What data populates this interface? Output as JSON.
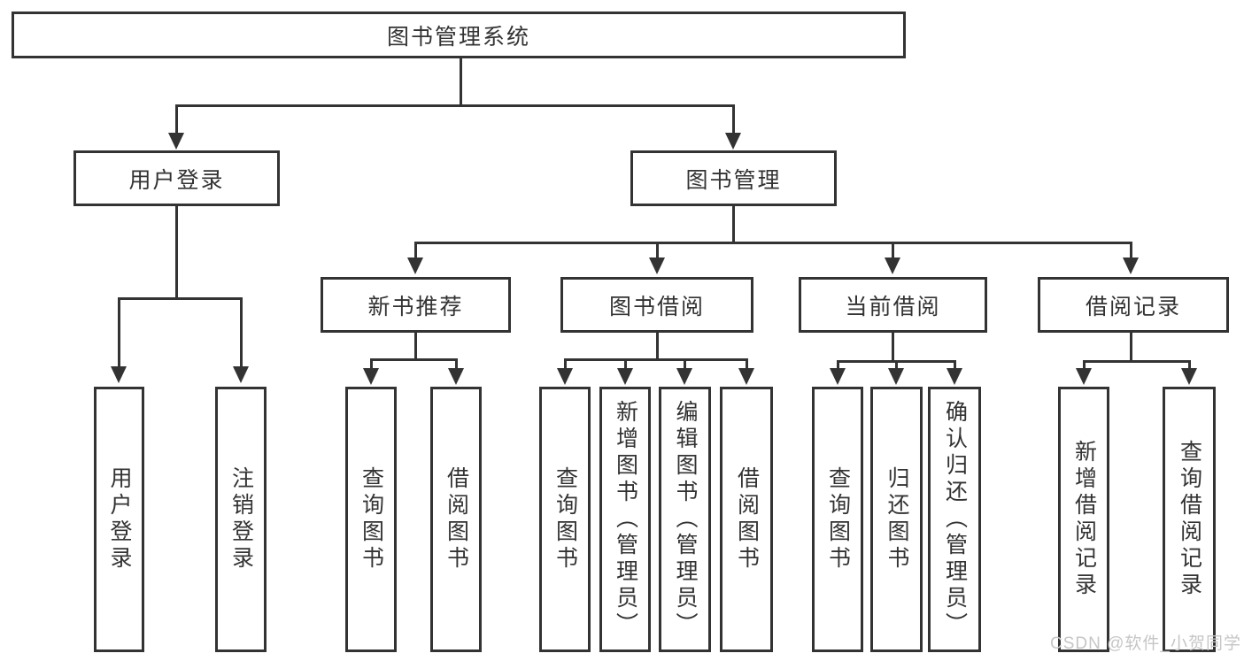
{
  "diagram": {
    "title": "图书管理系统",
    "watermark": "CSDN @软件_小贺同学",
    "colors": {
      "line": "#333333",
      "text": "#333333",
      "background": "#ffffff",
      "watermark": "#c6c6c6"
    },
    "nodes": {
      "root": {
        "label": "图书管理系统",
        "children": [
          "user_login",
          "book_mgmt"
        ]
      },
      "user_login": {
        "label": "用户登录",
        "children": [
          "leaf_user_login",
          "leaf_logout"
        ]
      },
      "book_mgmt": {
        "label": "图书管理",
        "children": [
          "new_book",
          "book_borrow",
          "current_borrow",
          "borrow_record"
        ]
      },
      "new_book": {
        "label": "新书推荐",
        "children": [
          "nb_query",
          "nb_borrow"
        ]
      },
      "book_borrow": {
        "label": "图书借阅",
        "children": [
          "bb_query",
          "bb_add",
          "bb_edit",
          "bb_borrow"
        ]
      },
      "current_borrow": {
        "label": "当前借阅",
        "children": [
          "cb_query",
          "cb_return",
          "cb_confirm"
        ]
      },
      "borrow_record": {
        "label": "借阅记录",
        "children": [
          "br_add",
          "br_query"
        ]
      },
      "leaf_user_login": {
        "label": "用户登录"
      },
      "leaf_logout": {
        "label": "注销登录"
      },
      "nb_query": {
        "label": "查询图书"
      },
      "nb_borrow": {
        "label": "借阅图书"
      },
      "bb_query": {
        "label": "查询图书"
      },
      "bb_add": {
        "label": "新增图书（管理员）"
      },
      "bb_edit": {
        "label": "编辑图书（管理员）"
      },
      "bb_borrow": {
        "label": "借阅图书"
      },
      "cb_query": {
        "label": "查询图书"
      },
      "cb_return": {
        "label": "归还图书"
      },
      "cb_confirm": {
        "label": "确认归还（管理员）"
      },
      "br_add": {
        "label": "新增借阅记录"
      },
      "br_query": {
        "label": "查询借阅记录"
      }
    }
  }
}
